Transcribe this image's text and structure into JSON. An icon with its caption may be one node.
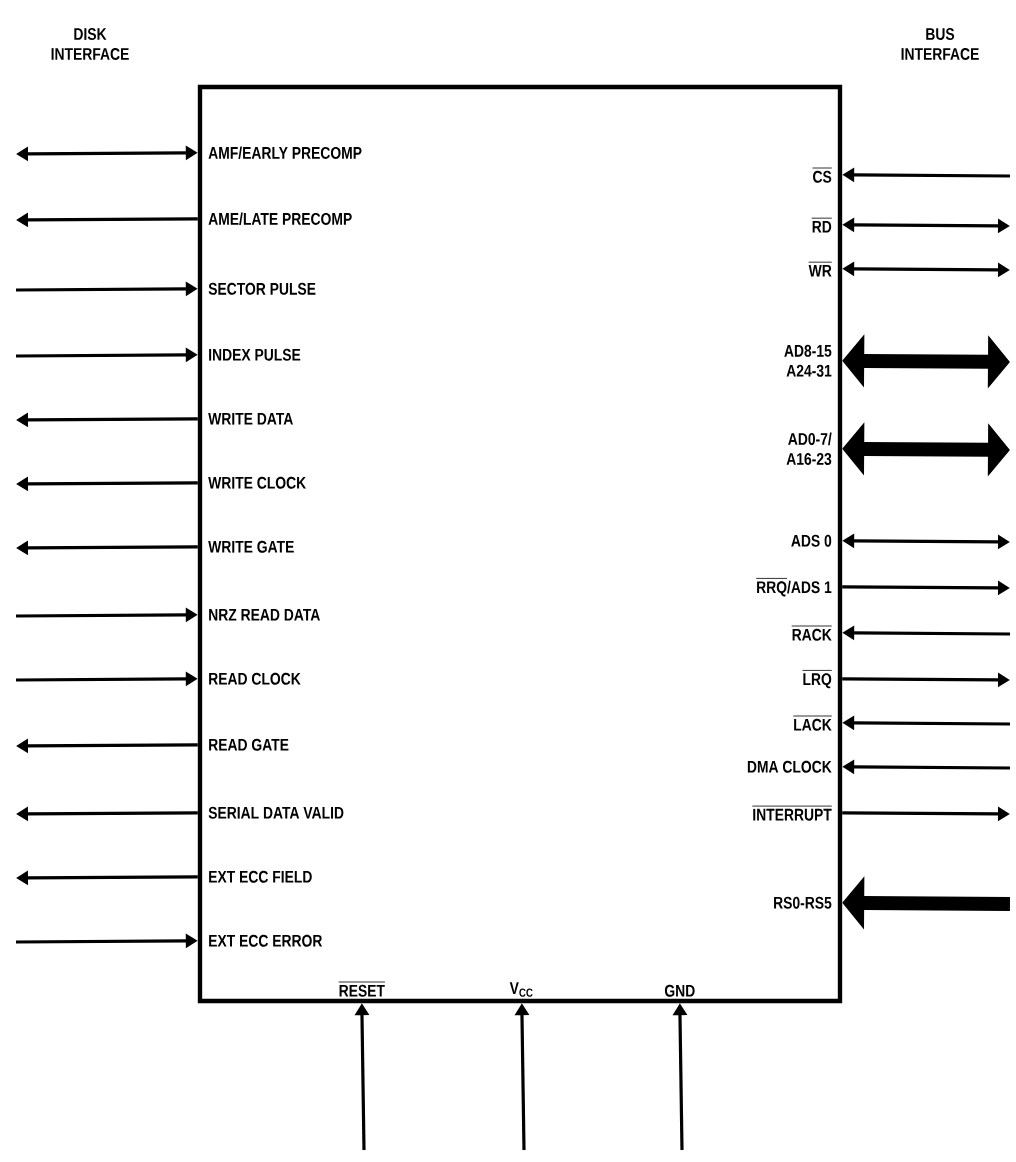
{
  "diagram": {
    "nodes": [
      {
        "text": [],
        "shape": "box"
      },
      {
        "text": [
          "AMF/EARLY PRECOMP"
        ],
        "in": 0
      },
      {
        "text": [
          "AME/LATE PRECOMP"
        ],
        "in": 0
      },
      {
        "text": [
          "SECTOR PULSE"
        ],
        "in": 0
      },
      {
        "text": [
          "INDEX PULSE"
        ],
        "in": 0
      },
      {
        "text": [
          "WRITE DATA"
        ],
        "in": 0
      },
      {
        "text": [
          "WRITE CLOCK"
        ],
        "in": 0
      },
      {
        "text": [
          "WRITE GATE"
        ],
        "in": 0
      },
      {
        "text": [
          "NRZ READ DATA"
        ],
        "in": 0
      },
      {
        "text": [
          "READ CLOCK"
        ],
        "in": 0
      },
      {
        "text": [
          "READ GATE"
        ],
        "in": 0
      },
      {
        "text": [
          "SERIAL DATA VALID"
        ],
        "in": 0
      },
      {
        "text": [
          "EXT ECC FIELD"
        ],
        "in": 0
      },
      {
        "text": [
          "EXT ECC ERROR"
        ],
        "in": 0
      },
      {
        "text": [
          "CS"
        ],
        "in": 0
      },
      {
        "text": [
          "RD"
        ],
        "in": 0
      },
      {
        "text": [
          "WR"
        ],
        "in": 0
      },
      {
        "text": [
          "AD8-15 A24-31"
        ],
        "in": 0
      },
      {
        "text": [
          "AD0-7/ A16-23"
        ],
        "in": 0
      },
      {
        "text": [
          "ADS 0"
        ],
        "in": 0
      },
      {
        "text": [
          "RRQ/ADS 1"
        ],
        "in": 0
      },
      {
        "text": [
          "RACK"
        ],
        "in": 0
      },
      {
        "text": [
          "LRQ"
        ],
        "in": 0
      },
      {
        "text": [
          "LACK"
        ],
        "in": 0
      },
      {
        "text": [
          "DMA CLOCK"
        ],
        "in": 0
      },
      {
        "text": [
          "INTERRUPT"
        ],
        "in": 0
      },
      {
        "text": [
          "RS0-RS5"
        ],
        "in": 0
      },
      {
        "text": [
          "RESET"
        ],
        "in": 0
      },
      {
        "text": [
          "V$_{CC}$"
        ],
        "in": 0
      },
      {
        "text": [
          "GND"
        ],
        "in": 0
      }
    ],
    "edges": [
      {
        "from": 1,
        "to": null,
        "arrow": "both"
      },
      {
        "from": 2,
        "to": null,
        "arrow": "to"
      },
      {
        "from": null,
        "to": 3,
        "arrow": "to"
      },
      {
        "from": null,
        "to": 4,
        "arrow": "to"
      },
      {
        "from": 5,
        "to": null,
        "arrow": "to"
      },
      {
        "from": 6,
        "to": null,
        "arrow": "to"
      },
      {
        "from": 7,
        "to": null,
        "arrow": "to"
      },
      {
        "from": null,
        "to": 8,
        "arrow": "to"
      },
      {
        "from": null,
        "to": 9,
        "arrow": "to"
      },
      {
        "from": 10,
        "to": null,
        "arrow": "to"
      },
      {
        "from": 11,
        "to": null,
        "arrow": "to"
      },
      {
        "from": 12,
        "to": null,
        "arrow": "to"
      },
      {
        "from": null,
        "to": 13,
        "arrow": "to"
      },
      {
        "from": null,
        "to": 14,
        "arrow": "to"
      },
      {
        "from": 15,
        "to": null,
        "arrow": "both"
      },
      {
        "from": 16,
        "to": null,
        "arrow": "both"
      },
      {
        "from": 17,
        "to": null,
        "arrow": "both",
        "style": "thick"
      },
      {
        "from": 18,
        "to": null,
        "arrow": "both",
        "style": "thick"
      },
      {
        "from": 19,
        "to": null,
        "arrow": "both"
      },
      {
        "from": 20,
        "to": null,
        "arrow": "to"
      },
      {
        "from": null,
        "to": 21,
        "arrow": "to"
      },
      {
        "from": 22,
        "to": null,
        "arrow": "to"
      },
      {
        "from": null,
        "to": 23,
        "arrow": "to"
      },
      {
        "from": null,
        "to": 24,
        "arrow": "to"
      },
      {
        "from": 25,
        "to": null,
        "arrow": "to"
      },
      {
        "from": null,
        "to": 26,
        "arrow": "to",
        "style": "thick"
      },
      {
        "from": null,
        "to": 27,
        "arrow": "to"
      },
      {
        "from": null,
        "to": 28,
        "arrow": "to"
      },
      {
        "from": null,
        "to": 29,
        "arrow": "to"
      }
    ],
    "labels": [
      "DISK INTERFACE",
      "BUS INTERFACE"
    ]
  }
}
